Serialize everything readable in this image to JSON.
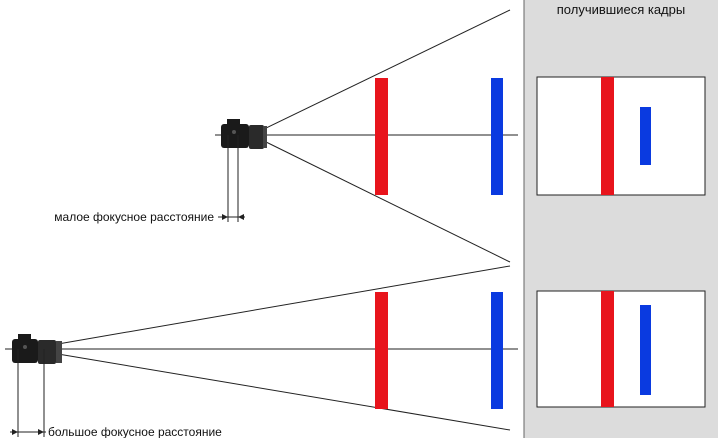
{
  "panel": {
    "title": "получившиеся кадры",
    "background": "#dcdcdc"
  },
  "labels": {
    "short_focal": "малое фокусное расстояние",
    "long_focal": "большое фокусное расстояние"
  },
  "colors": {
    "near_object": "#e8141c",
    "far_object": "#0a3ae0",
    "line": "#222222",
    "camera": "#1a1a1a"
  },
  "icons": {
    "camera": "camera-icon"
  }
}
